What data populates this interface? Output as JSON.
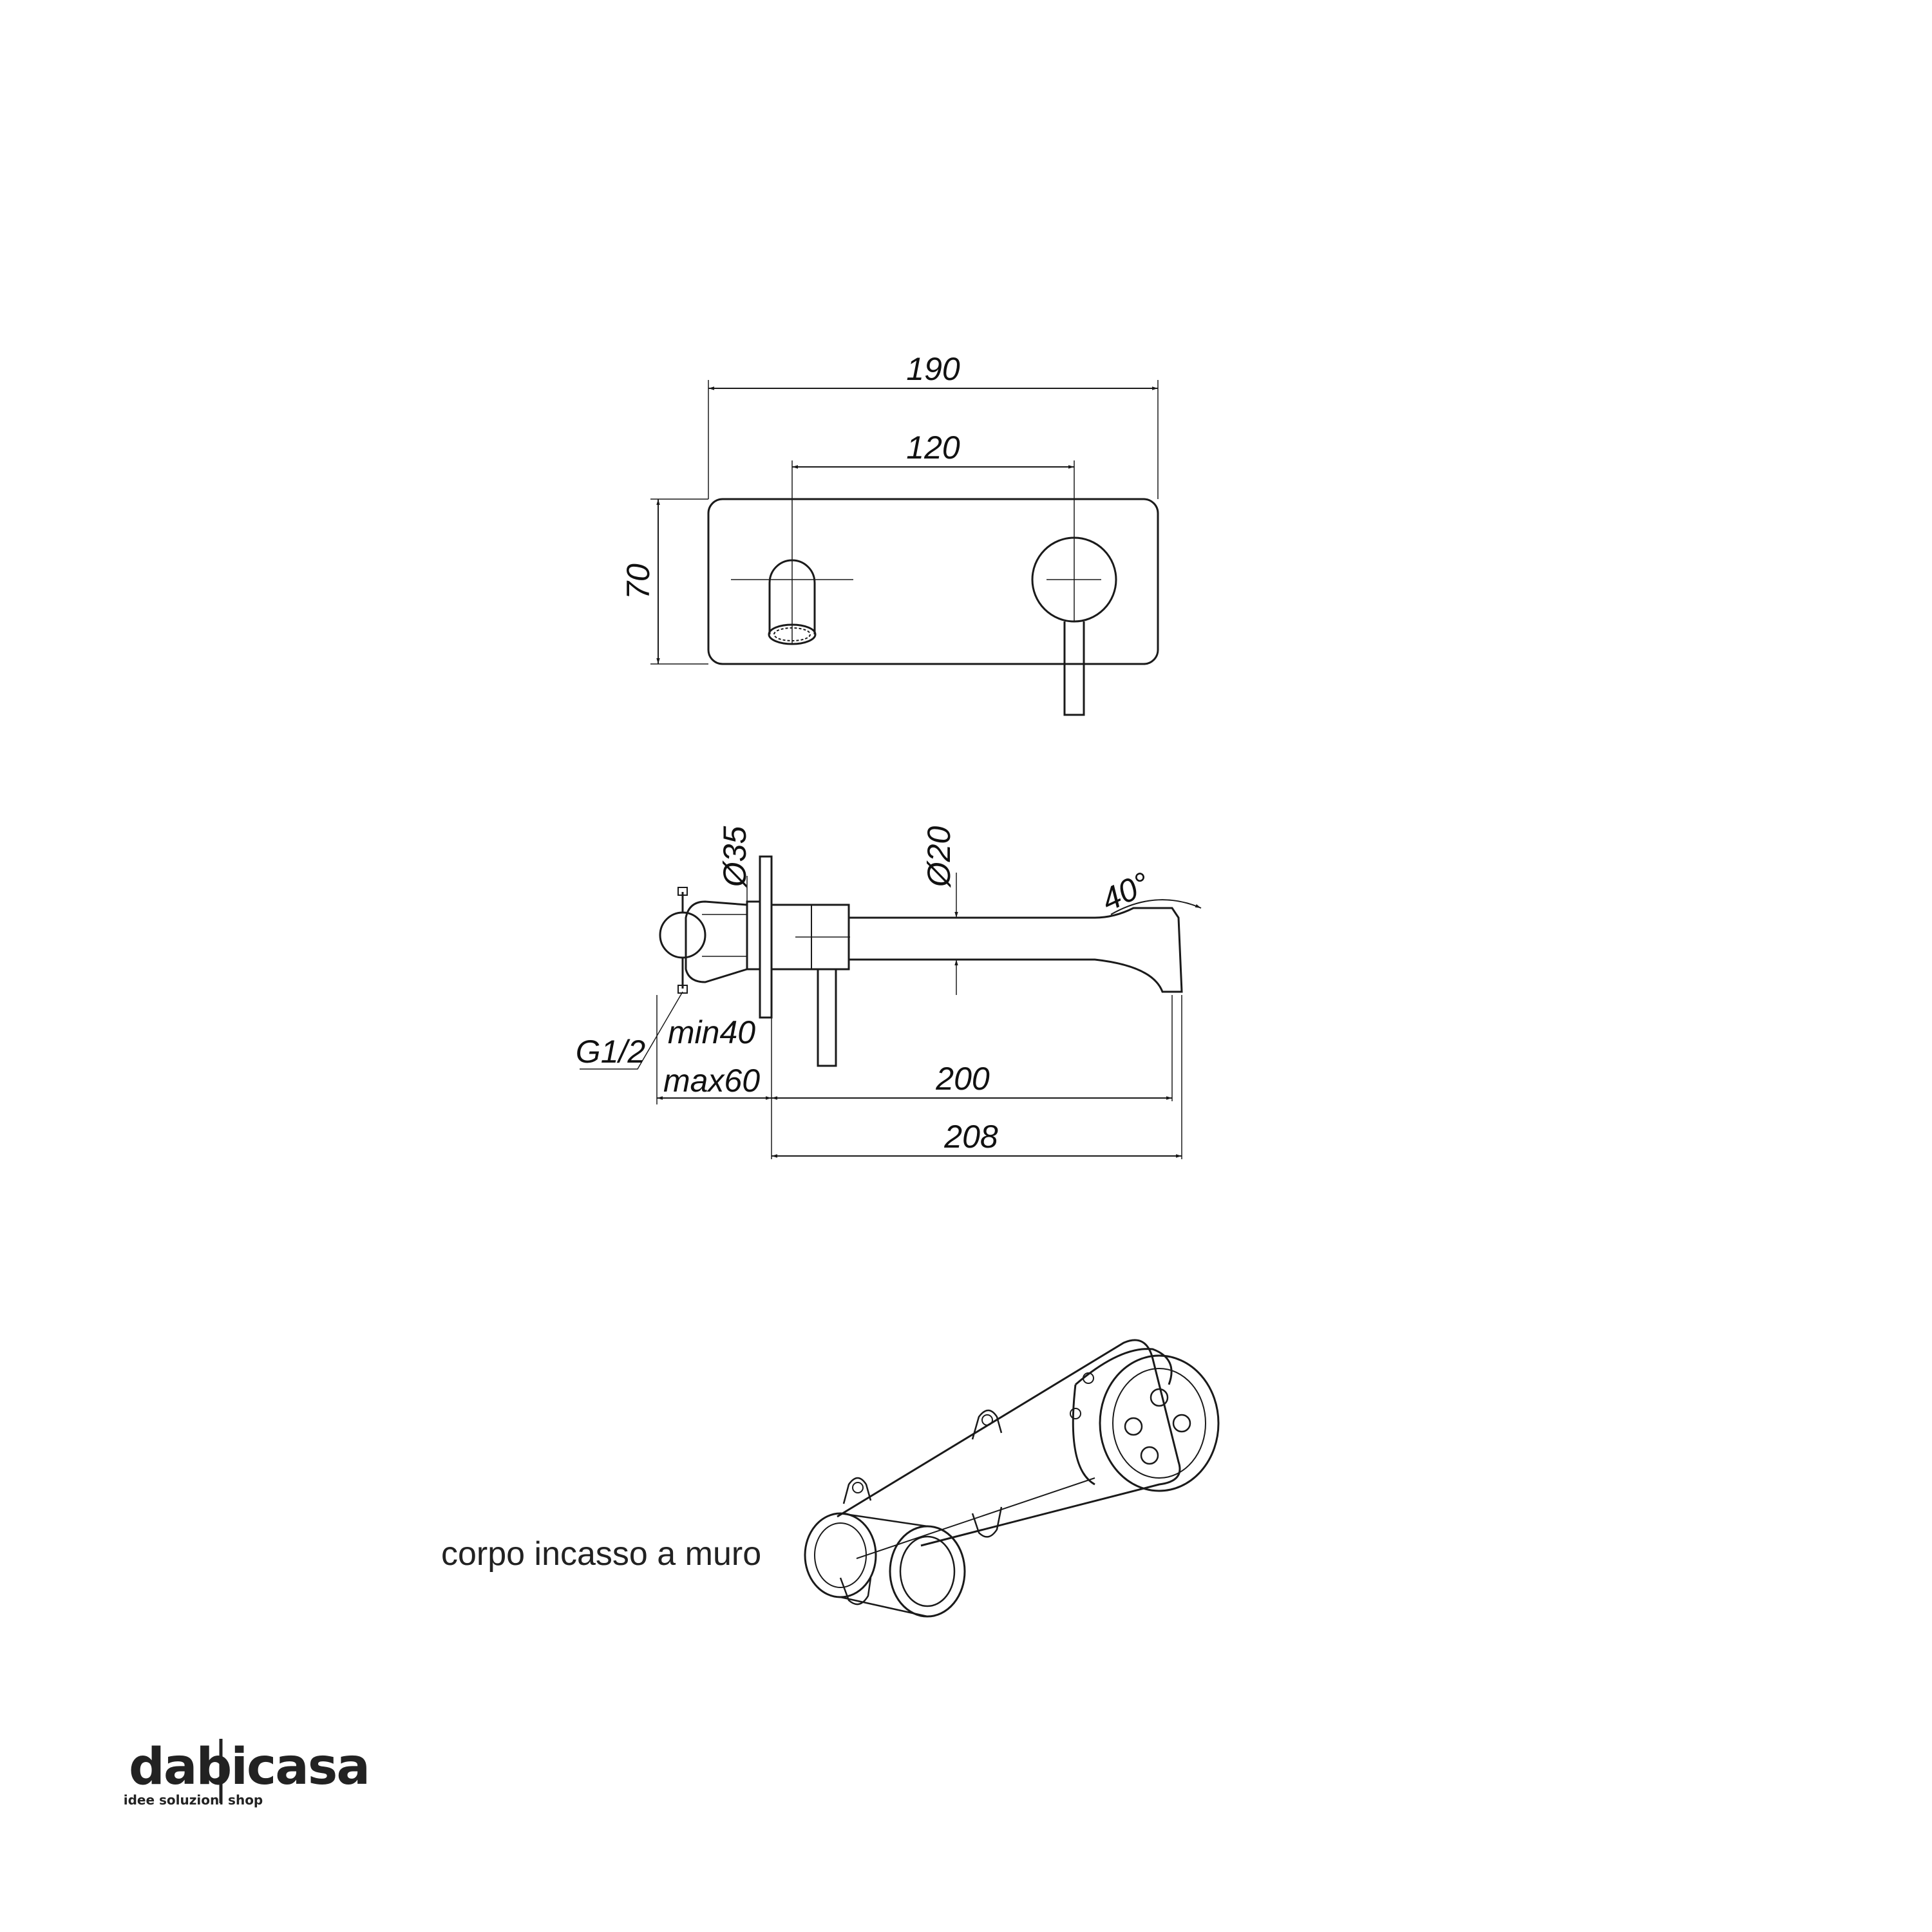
{
  "front_view": {
    "dim_total_width": "190",
    "dim_center_distance": "120",
    "dim_height": "70"
  },
  "side_view": {
    "dim_diameter_35": "Ø35",
    "dim_diameter_20": "Ø20",
    "dim_angle": "40°",
    "dim_thread": "G1/2",
    "dim_min": "min40",
    "dim_max": "max60",
    "dim_spout_length": "200",
    "dim_total_length": "208"
  },
  "body_view": {
    "caption": "corpo incasso a muro"
  },
  "logo": {
    "brand": "dabicasa",
    "tagline": "idee soluzioni shop"
  },
  "colors": {
    "line": "#1a1a1a",
    "background": "#ffffff"
  }
}
